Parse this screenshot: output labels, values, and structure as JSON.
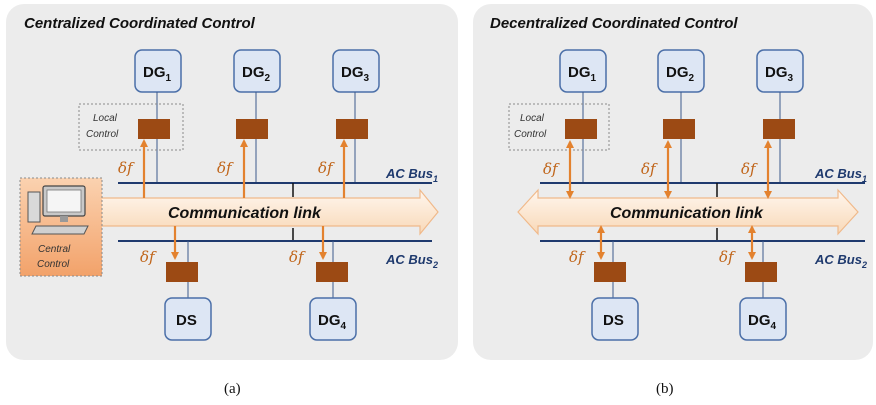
{
  "panel_a": {
    "title": "Centralized Coordinated Control",
    "caption": "(a)",
    "generators": [
      {
        "main": "DG",
        "sub": "1"
      },
      {
        "main": "DG",
        "sub": "2"
      },
      {
        "main": "DG",
        "sub": "3"
      }
    ],
    "lower_units": [
      {
        "main": "DS",
        "sub": ""
      },
      {
        "main": "DG",
        "sub": "4"
      }
    ],
    "local_control": [
      "Local",
      "Control"
    ],
    "central_control": [
      "Central",
      "Control"
    ],
    "bus1": {
      "main": "AC Bus",
      "sub": "1"
    },
    "bus2": {
      "main": "AC Bus",
      "sub": "2"
    },
    "comm_label": "Communication link",
    "signal_label": "δf"
  },
  "panel_b": {
    "title": "Decentralized Coordinated Control",
    "caption": "(b)",
    "generators": [
      {
        "main": "DG",
        "sub": "1"
      },
      {
        "main": "DG",
        "sub": "2"
      },
      {
        "main": "DG",
        "sub": "3"
      }
    ],
    "lower_units": [
      {
        "main": "DS",
        "sub": ""
      },
      {
        "main": "DG",
        "sub": "4"
      }
    ],
    "local_control": [
      "Local",
      "Control"
    ],
    "bus1": {
      "main": "AC Bus",
      "sub": "1"
    },
    "bus2": {
      "main": "AC Bus",
      "sub": "2"
    },
    "comm_label": "Communication link",
    "signal_label": "δf"
  },
  "colors": {
    "panel_bg": "#ececec",
    "unit_box": "#dde6f4",
    "unit_border": "#4b6fa8",
    "breaker": "#9c4a14",
    "arrow": "#e3822f",
    "bus": "#1f3a6e",
    "comm_fill": "#fbe6d0"
  }
}
